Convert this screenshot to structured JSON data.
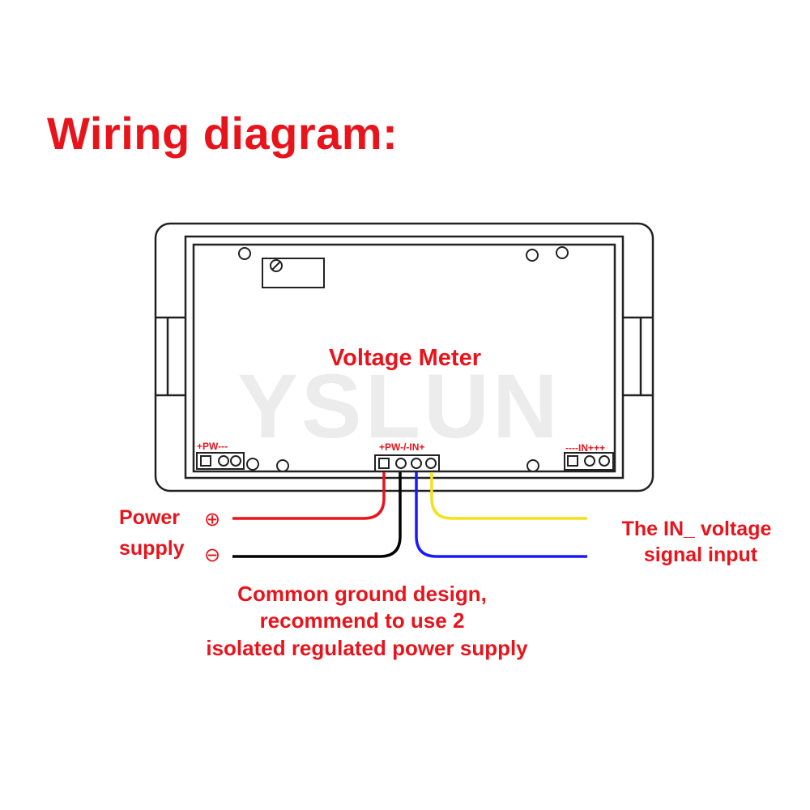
{
  "title": "Wiring diagram:",
  "device_label": "Voltage Meter",
  "watermark": "YSLUN",
  "connectors": {
    "left": "+PW---",
    "center": "+PW-/-IN+",
    "right": "----IN+++"
  },
  "power_supply": {
    "line1": "Power",
    "line2": "supply",
    "plus_symbol": "⊕",
    "minus_symbol": "⊖"
  },
  "signal_input": {
    "line1": "The IN_ voltage",
    "line2": "signal input"
  },
  "note": {
    "line1": "Common ground design,",
    "line2": "recommend to use 2",
    "line3": "isolated regulated power supply"
  },
  "colors": {
    "accent": "#e8141c",
    "wire_red": "#e8141c",
    "wire_black": "#000000",
    "wire_blue": "#1a1aff",
    "wire_yellow": "#ffee22"
  }
}
